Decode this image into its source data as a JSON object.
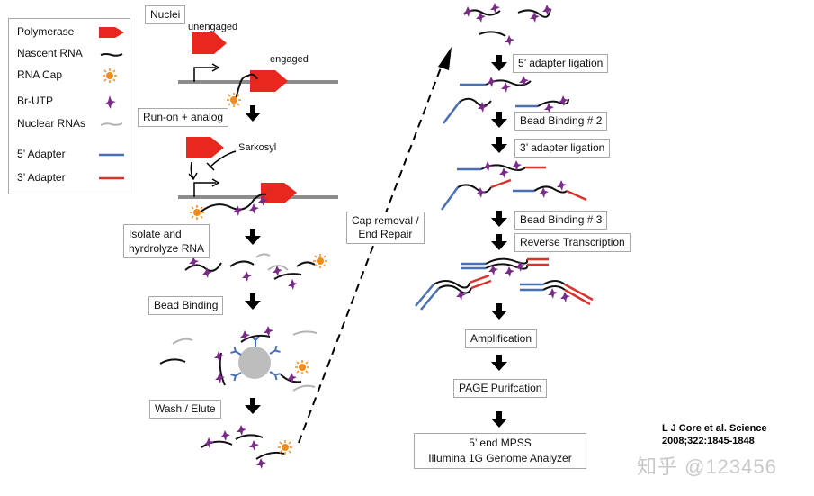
{
  "legend": {
    "items": [
      {
        "label": "Polymerase",
        "icon": "polymerase-icon",
        "color": "#e8281e"
      },
      {
        "label": "Nascent RNA",
        "icon": "nascent-rna-line-icon",
        "color": "#111111"
      },
      {
        "label": "RNA Cap",
        "icon": "rna-cap-sun-icon",
        "color": "#f08c1e"
      },
      {
        "label": "Br-UTP",
        "icon": "br-utp-star-icon",
        "color": "#7b2a8a"
      },
      {
        "label": "Nuclear RNAs",
        "icon": "nuclear-rna-line-icon",
        "color": "#b4b4b4"
      },
      {
        "label": "5’ Adapter",
        "icon": "adapter-5-line-icon",
        "color": "#4a6fb5"
      },
      {
        "label": "3’ Adapter",
        "icon": "adapter-3-line-icon",
        "color": "#d9342b"
      }
    ]
  },
  "left_column": {
    "nuclei": "Nuclei",
    "unengaged": "unengaged",
    "engaged": "engaged",
    "run_on": "Run-on + analog",
    "sarkosyl": "Sarkosyl",
    "isolate_line1": "Isolate and",
    "isolate_line2": "hyrdrolyze  RNA",
    "bead_binding": "Bead Binding",
    "wash_elute": "Wash / Elute"
  },
  "middle": {
    "cap_removal_line1": "Cap removal /",
    "cap_removal_line2": "End Repair"
  },
  "right_column": {
    "adapter5_ligation": "5’ adapter ligation",
    "bead_binding_2": "Bead Binding # 2",
    "adapter3_ligation": "3’ adapter ligation",
    "bead_binding_3": "Bead Binding # 3",
    "reverse_transcription": "Reverse Transcription",
    "amplification": "Amplification",
    "page_purification": "PAGE Purifcation",
    "mpss_line1": "5’ end MPSS",
    "mpss_line2": "Illumina  1G Genome Analyzer"
  },
  "citation": {
    "line1": "L J Core et al. Science",
    "line2": "2008;322:1845-1848"
  },
  "watermark": "知乎 @123456",
  "colors": {
    "polymerase": "#e8281e",
    "rna": "#111111",
    "cap": "#f08c1e",
    "brutp": "#7b2a8a",
    "nuclear": "#b4b4b4",
    "adapter5": "#4a6fb5",
    "adapter3": "#d9342b",
    "dna": "#8c8c8c",
    "bead": "#bdbdbd"
  }
}
